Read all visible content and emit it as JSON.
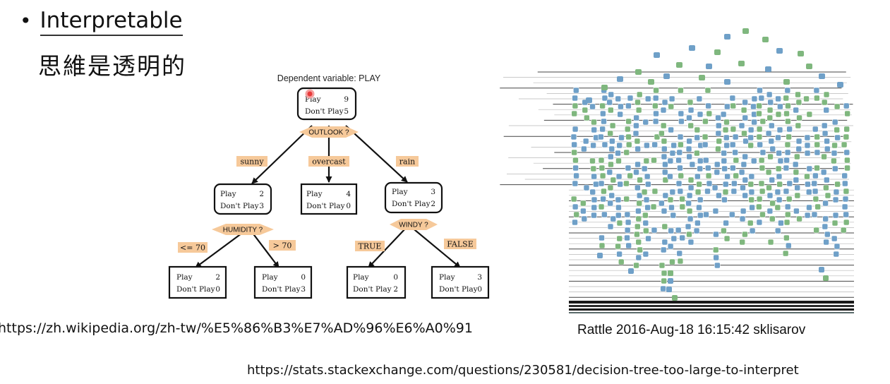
{
  "slide": {
    "bullet": "•",
    "heading": "Interpretable",
    "subtitle": "思維是透明的"
  },
  "tree": {
    "dependent_label": "Dependent variable: PLAY",
    "play_label": "Play",
    "dontplay_label": "Don't Play",
    "nodes": {
      "root": {
        "play": "9",
        "dontplay": "5"
      },
      "sunny": {
        "play": "2",
        "dontplay": "3"
      },
      "overcast": {
        "play": "4",
        "dontplay": "0"
      },
      "rain": {
        "play": "3",
        "dontplay": "2"
      },
      "hum_le70": {
        "play": "2",
        "dontplay": "0"
      },
      "hum_gt70": {
        "play": "0",
        "dontplay": "3"
      },
      "windy_true": {
        "play": "0",
        "dontplay": "2"
      },
      "windy_false": {
        "play": "3",
        "dontplay": "0"
      }
    },
    "conditions": {
      "outlook": "OUTLOOK ?",
      "humidity": "HUMIDITY ?",
      "windy": "WINDY ?"
    },
    "edges": {
      "sunny": "sunny",
      "overcast": "overcast",
      "rain": "rain",
      "le70": "<= 70",
      "gt70": "> 70",
      "true": "TRUE",
      "false": "FALSE"
    }
  },
  "large_tree": {
    "caption": "Rattle 2016-Aug-18 16:15:42 sklisarov",
    "node_colors": [
      "#7fb77e",
      "#6fa0c8"
    ]
  },
  "links": {
    "wiki": "https://zh.wikipedia.org/zh-tw/%E5%86%B3%E7%AD%96%E6%A0%91",
    "stackexchange": "https://stats.stackexchange.com/questions/230581/decision-tree-too-large-to-interpret"
  }
}
